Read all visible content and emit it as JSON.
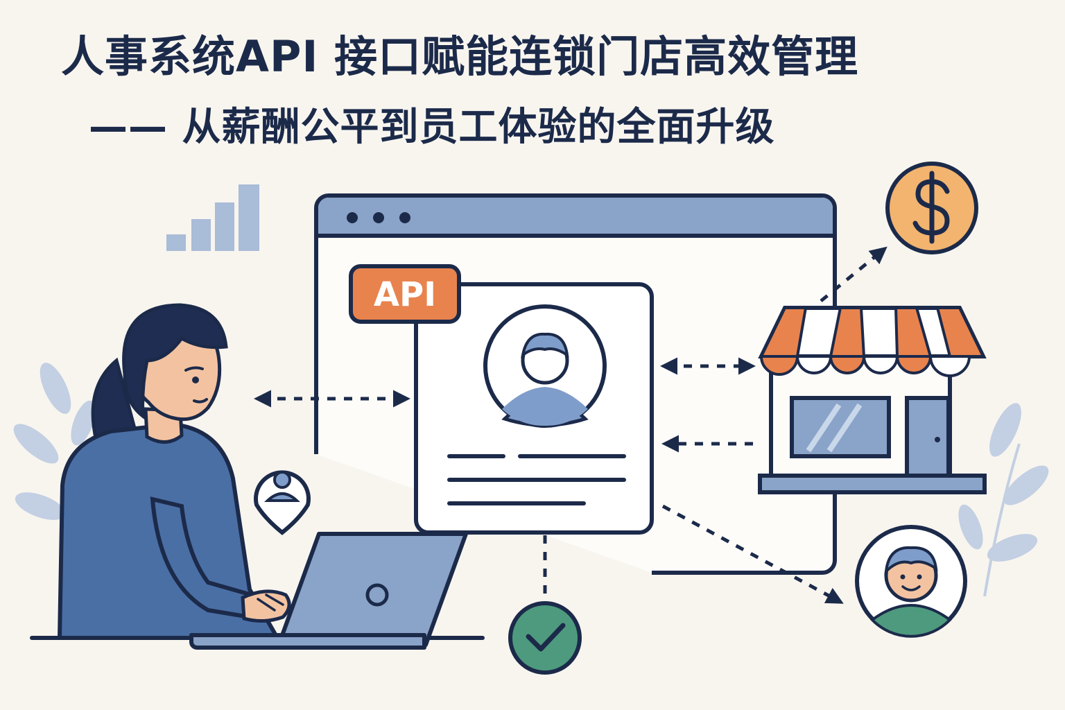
{
  "title": "人事系统API 接口赋能连锁门店高效管理",
  "subtitle": "—— 从薪酬公平到员工体验的全面升级",
  "api_badge": "API",
  "colors": {
    "background": "#f8f5ef",
    "navy": "#1c2a4a",
    "blue": "#4a6fa5",
    "light_blue": "#8aa3c8",
    "orange": "#e8834e",
    "coin": "#f2b46f",
    "green": "#4e9a7e",
    "skin": "#f3c3a1"
  },
  "icons": [
    "bar-chart-icon",
    "dollar-coin-icon",
    "storefront-icon",
    "check-icon",
    "employee-avatar-icon",
    "location-pin-icon",
    "laptop-icon"
  ]
}
